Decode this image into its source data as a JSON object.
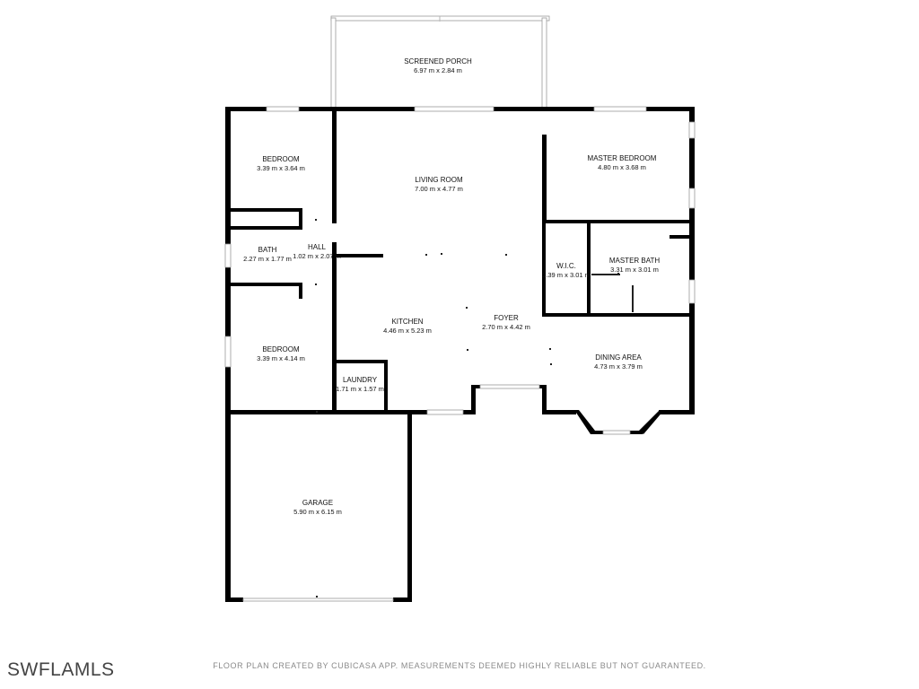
{
  "rooms": {
    "screened_porch": {
      "name": "SCREENED PORCH",
      "dim": "6.97 m x 2.84 m"
    },
    "bedroom_top": {
      "name": "BEDROOM",
      "dim": "3.39 m x 3.64 m"
    },
    "living_room": {
      "name": "LIVING ROOM",
      "dim": "7.00 m x 4.77 m"
    },
    "master_bedroom": {
      "name": "MASTER BEDROOM",
      "dim": "4.80 m x 3.68 m"
    },
    "bath": {
      "name": "BATH",
      "dim": "2.27 m x 1.77 m"
    },
    "hall": {
      "name": "HALL",
      "dim": "1.02 m x 2.07 m"
    },
    "wic": {
      "name": "W.I.C.",
      "dim": "1.39 m x 3.01 m"
    },
    "master_bath": {
      "name": "MASTER BATH",
      "dim": "3.31 m x 3.01 m"
    },
    "kitchen": {
      "name": "KITCHEN",
      "dim": "4.46 m x 5.23 m"
    },
    "foyer": {
      "name": "FOYER",
      "dim": "2.70 m x 4.42 m"
    },
    "dining_area": {
      "name": "DINING AREA",
      "dim": "4.73 m x 3.79 m"
    },
    "bedroom_bottom": {
      "name": "BEDROOM",
      "dim": "3.39 m x 4.14 m"
    },
    "laundry": {
      "name": "LAUNDRY",
      "dim": "1.71 m x 1.57 m"
    },
    "garage": {
      "name": "GARAGE",
      "dim": "5.90 m x 6.15 m"
    }
  },
  "watermark": "SWFLAMLS",
  "footer": "FLOOR PLAN CREATED BY CUBICASA APP. MEASUREMENTS DEEMED HIGHLY RELIABLE BUT NOT GUARANTEED."
}
